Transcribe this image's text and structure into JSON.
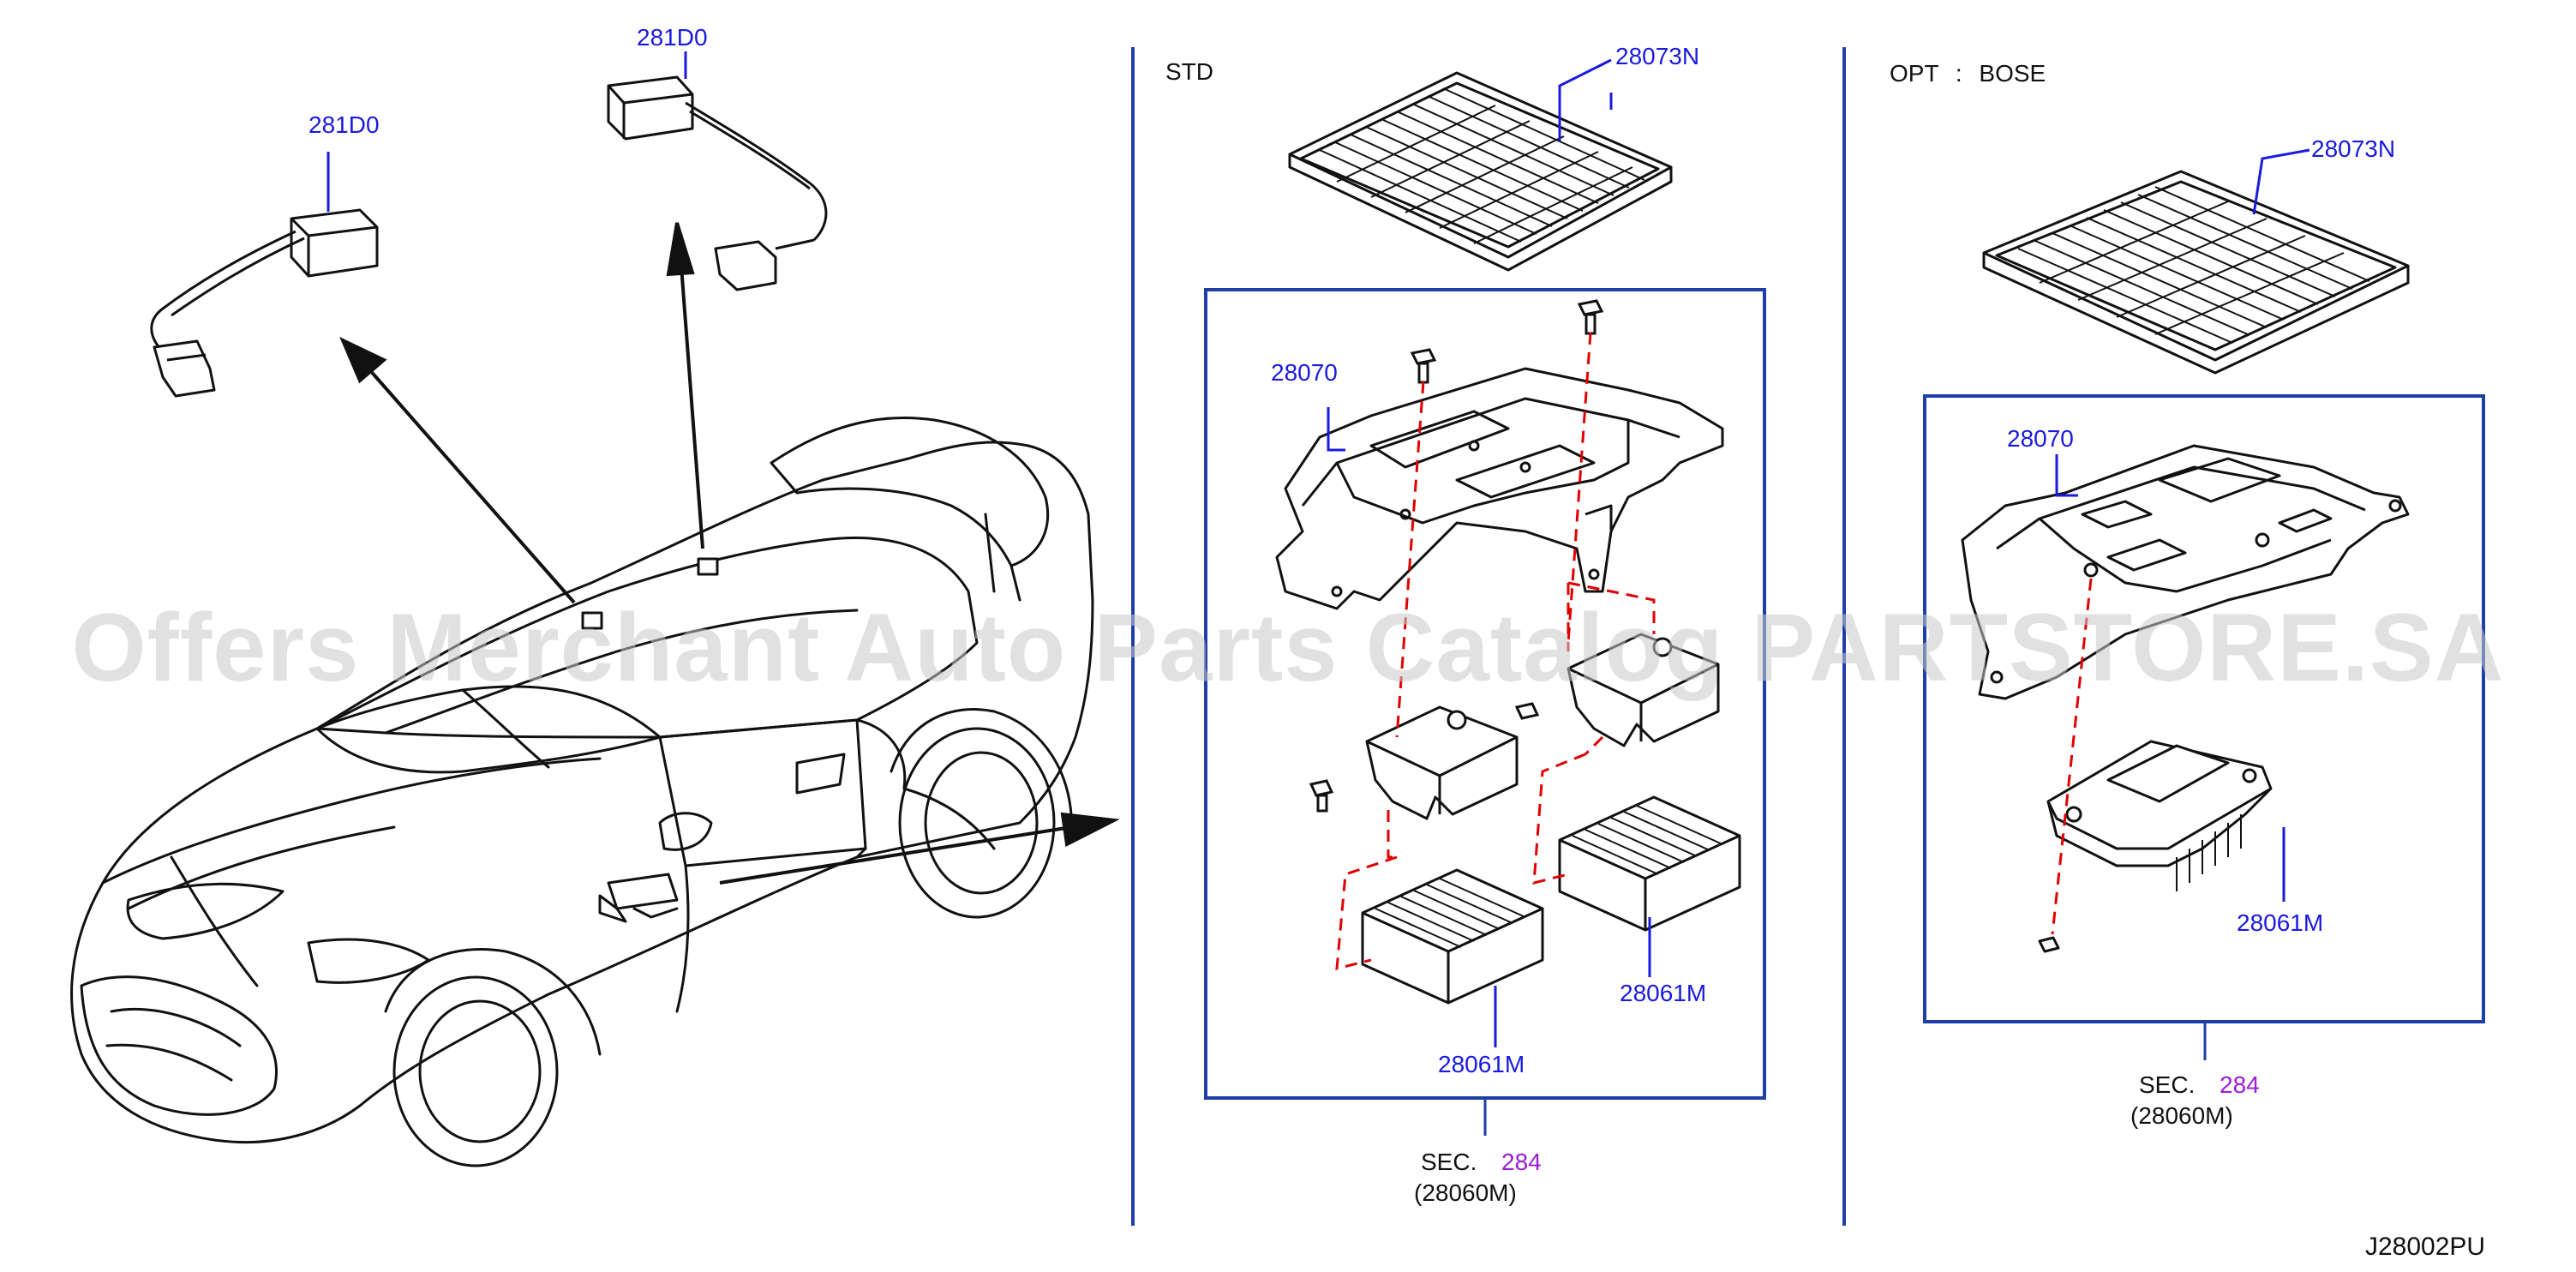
{
  "watermark": "Offers Merchant Auto Parts Catalog PARTSTORE.SA",
  "diagram_code": "J28002PU",
  "left": {
    "part_a": "281D0",
    "part_b": "281D0"
  },
  "std": {
    "title": "STD",
    "grille": "28073N",
    "bracket": "28070",
    "amp_1": "28061M",
    "amp_2": "28061M",
    "sec_prefix": "SEC.",
    "sec_num": "284",
    "sec_sub": "(28060M)"
  },
  "opt": {
    "title": "OPT : BOSE",
    "grille": "28073N",
    "bracket": "28070",
    "amp": "28061M",
    "sec_prefix": "SEC.",
    "sec_num": "284",
    "sec_sub": "(28060M)"
  },
  "colors": {
    "label": "#1a1adf",
    "section_ref": "#9b1bd6",
    "frame": "#1f3fa8",
    "dashed": "#e00000",
    "linework": "#111111"
  }
}
